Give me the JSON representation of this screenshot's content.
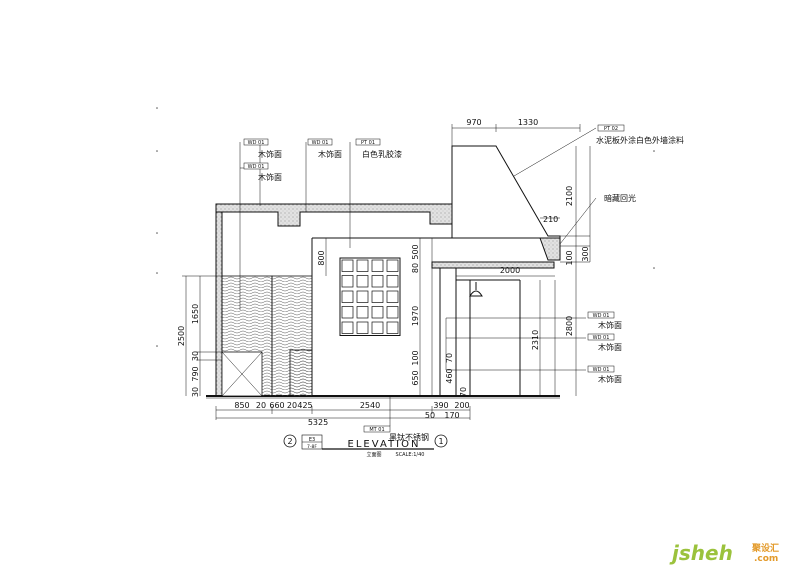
{
  "dimensions": {
    "top": [
      "970",
      "1330"
    ],
    "right": [
      "2100",
      "210",
      "300",
      "100",
      "2800",
      "2310"
    ],
    "inner_vertical": [
      "800",
      "500",
      "80",
      "1970",
      "100",
      "650",
      "70",
      "460",
      "70"
    ],
    "left": [
      "2500",
      "1650",
      "30",
      "790",
      "30"
    ],
    "bottom_row1": [
      "850",
      "20",
      "660",
      "20",
      "425",
      "2540",
      "390",
      "200"
    ],
    "bottom_row2": [
      "5325",
      "50",
      "170"
    ],
    "horizontal_inner": [
      "2000",
      "210"
    ]
  },
  "tags": {
    "wd01": "WD 01",
    "pt01": "PT 01",
    "pt02": "PT 02",
    "mt01": "MT 01"
  },
  "notes": {
    "wood_finish": "木饰面",
    "white_latex": "白色乳胶漆",
    "cement_board": "水泥板外涂白色外墙涂料",
    "hidden_light": "暗藏回光",
    "titanium_steel": "黑钛不锈钢"
  },
  "title_block": {
    "left_number": "2",
    "sheet_ref_top": "E3",
    "sheet_ref_bottom": "7-8F",
    "title": "ELEVATION",
    "right_number": "1",
    "subtitle": "立面图",
    "scale": "SCALE:1/40"
  },
  "watermark": {
    "brand": "jsheh",
    "suffix": "聚设汇",
    "domain": ".com"
  },
  "colors": {
    "line": "#111111",
    "wall_fill": "#e2e2e2",
    "watermark_green": "#9bc23c",
    "watermark_orange": "#e39a2a"
  }
}
